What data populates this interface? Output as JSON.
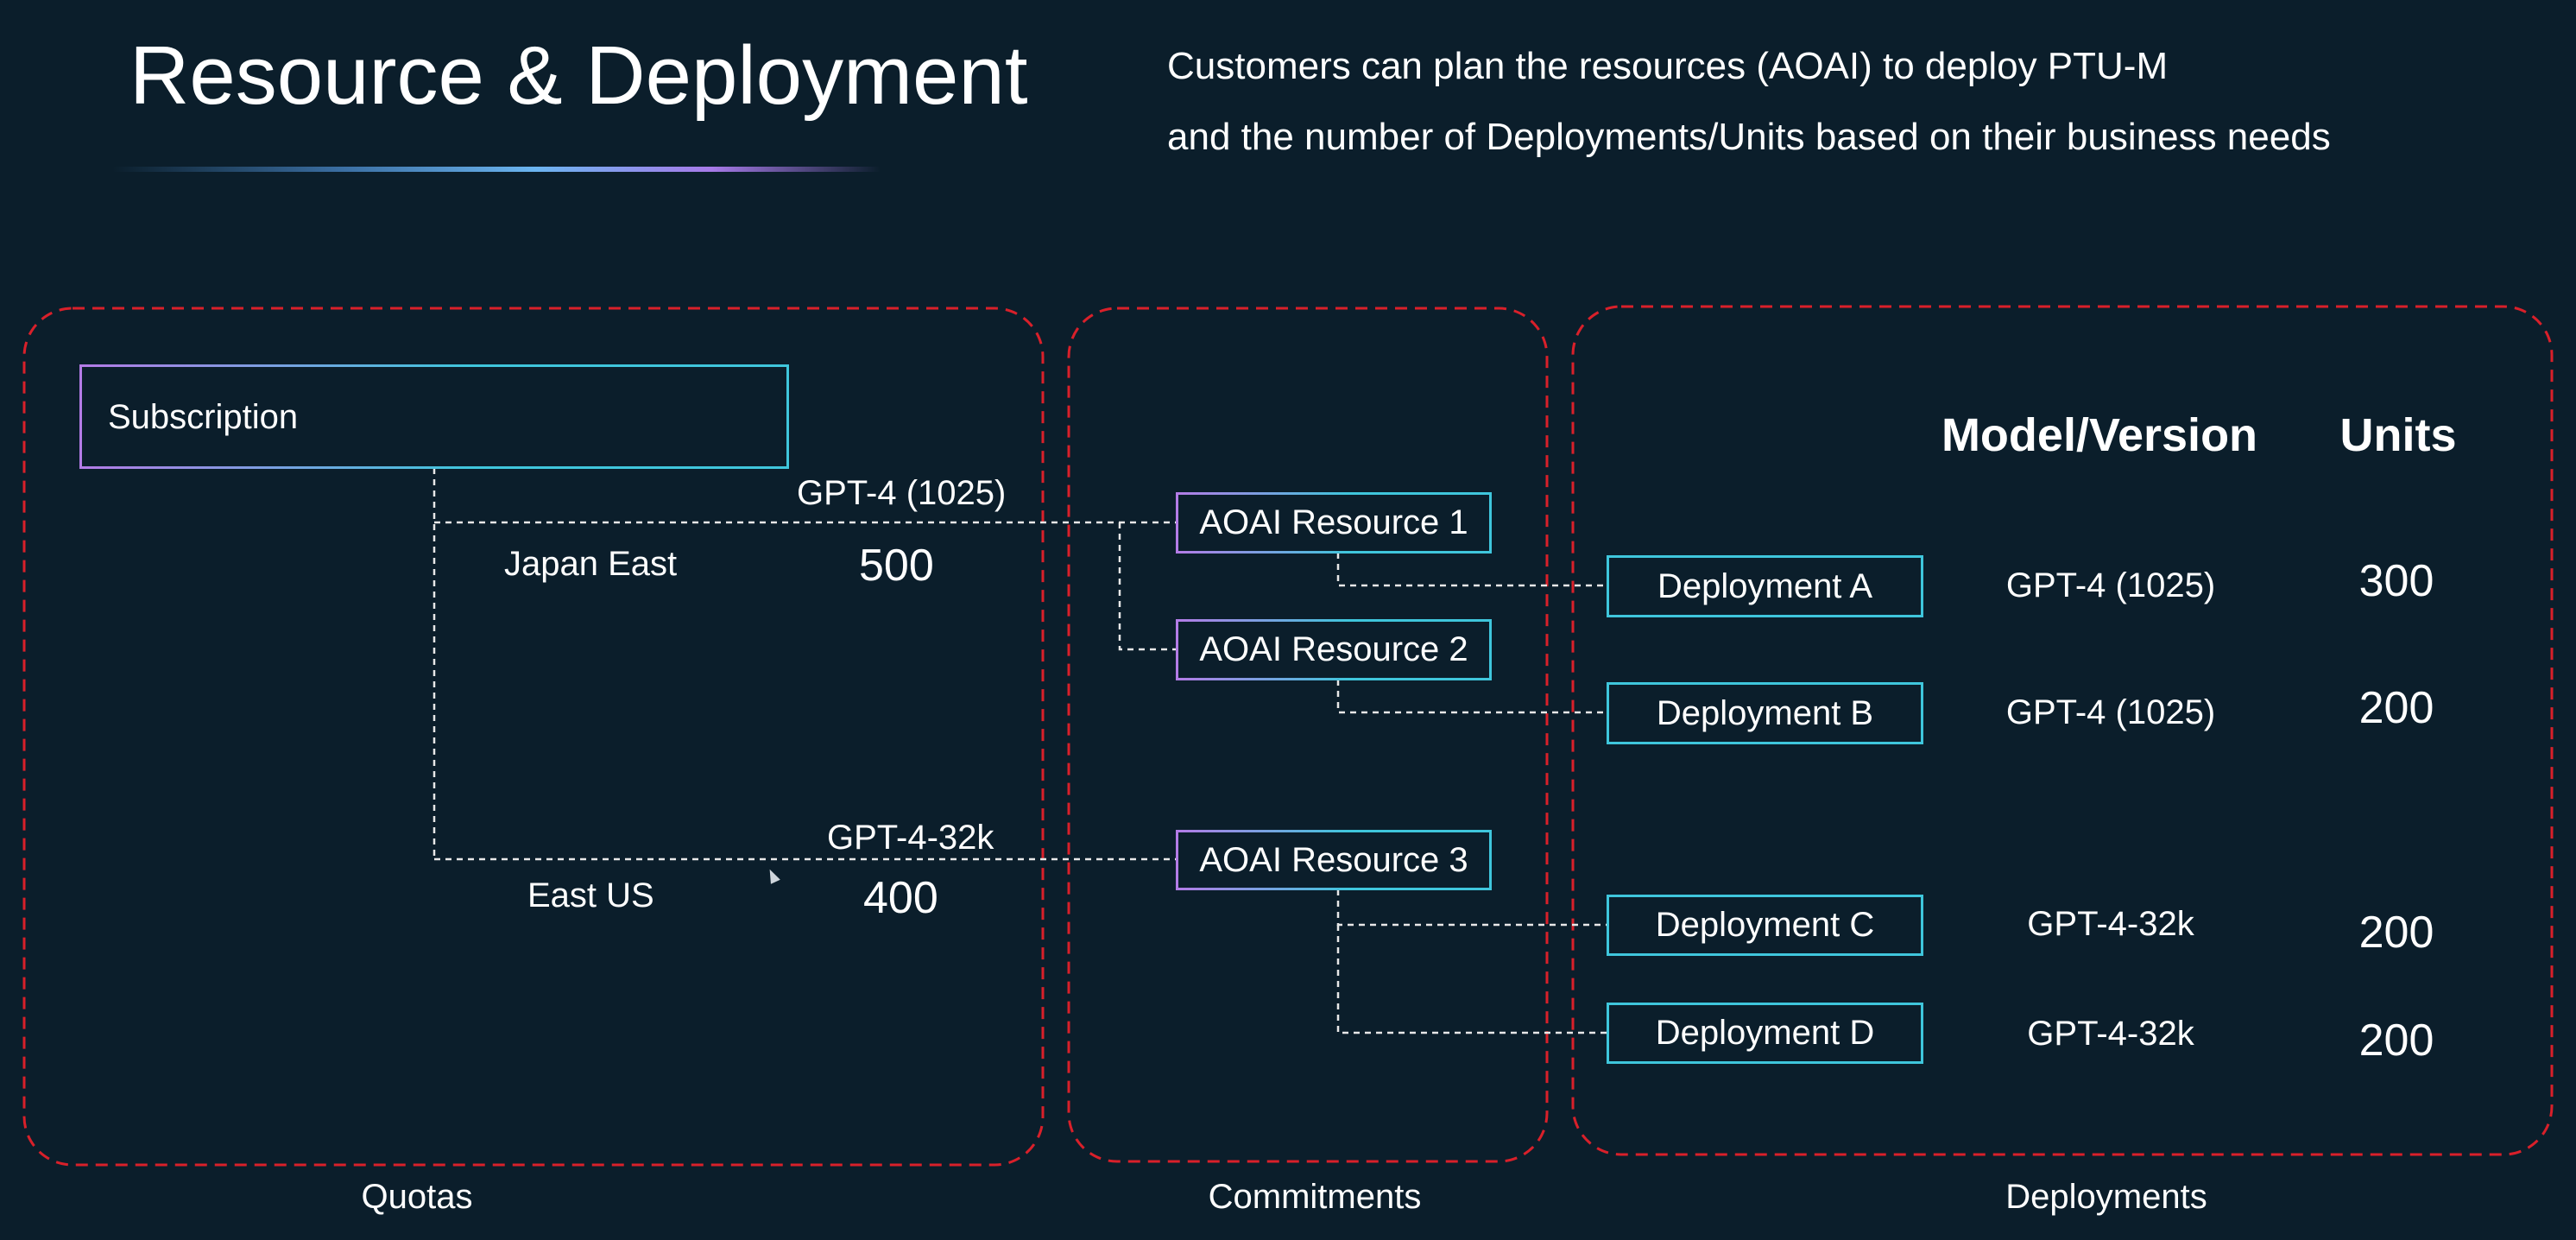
{
  "title": "Resource & Deployment",
  "subtitle": {
    "line1": "Customers can plan the resources (AOAI) to deploy PTU-M",
    "line2": "and the number of Deployments/Units based on their business needs"
  },
  "sections": {
    "quotas": "Quotas",
    "commitments": "Commitments",
    "deployments": "Deployments"
  },
  "subscription": "Subscription",
  "quotas": [
    {
      "model": "GPT-4 (1025)",
      "region": "Japan East",
      "value": "500"
    },
    {
      "model": "GPT-4-32k",
      "region": "East US",
      "value": "400"
    }
  ],
  "resources": [
    "AOAI Resource 1",
    "AOAI Resource 2",
    "AOAI Resource 3"
  ],
  "deployments_table": {
    "model_header": "Model/Version",
    "units_header": "Units",
    "rows": [
      {
        "name": "Deployment A",
        "model": "GPT-4 (1025)",
        "units": "300"
      },
      {
        "name": "Deployment B",
        "model": "GPT-4 (1025)",
        "units": "200"
      },
      {
        "name": "Deployment C",
        "model": "GPT-4-32k",
        "units": "200"
      },
      {
        "name": "Deployment D",
        "model": "GPT-4-32k",
        "units": "200"
      }
    ]
  },
  "colors": {
    "background": "#0b1e2b",
    "section_border": "#d9202a",
    "box_border": "#3fc6dc",
    "box_border_accent": "#b47be6",
    "connector": "#e8e8e8"
  }
}
